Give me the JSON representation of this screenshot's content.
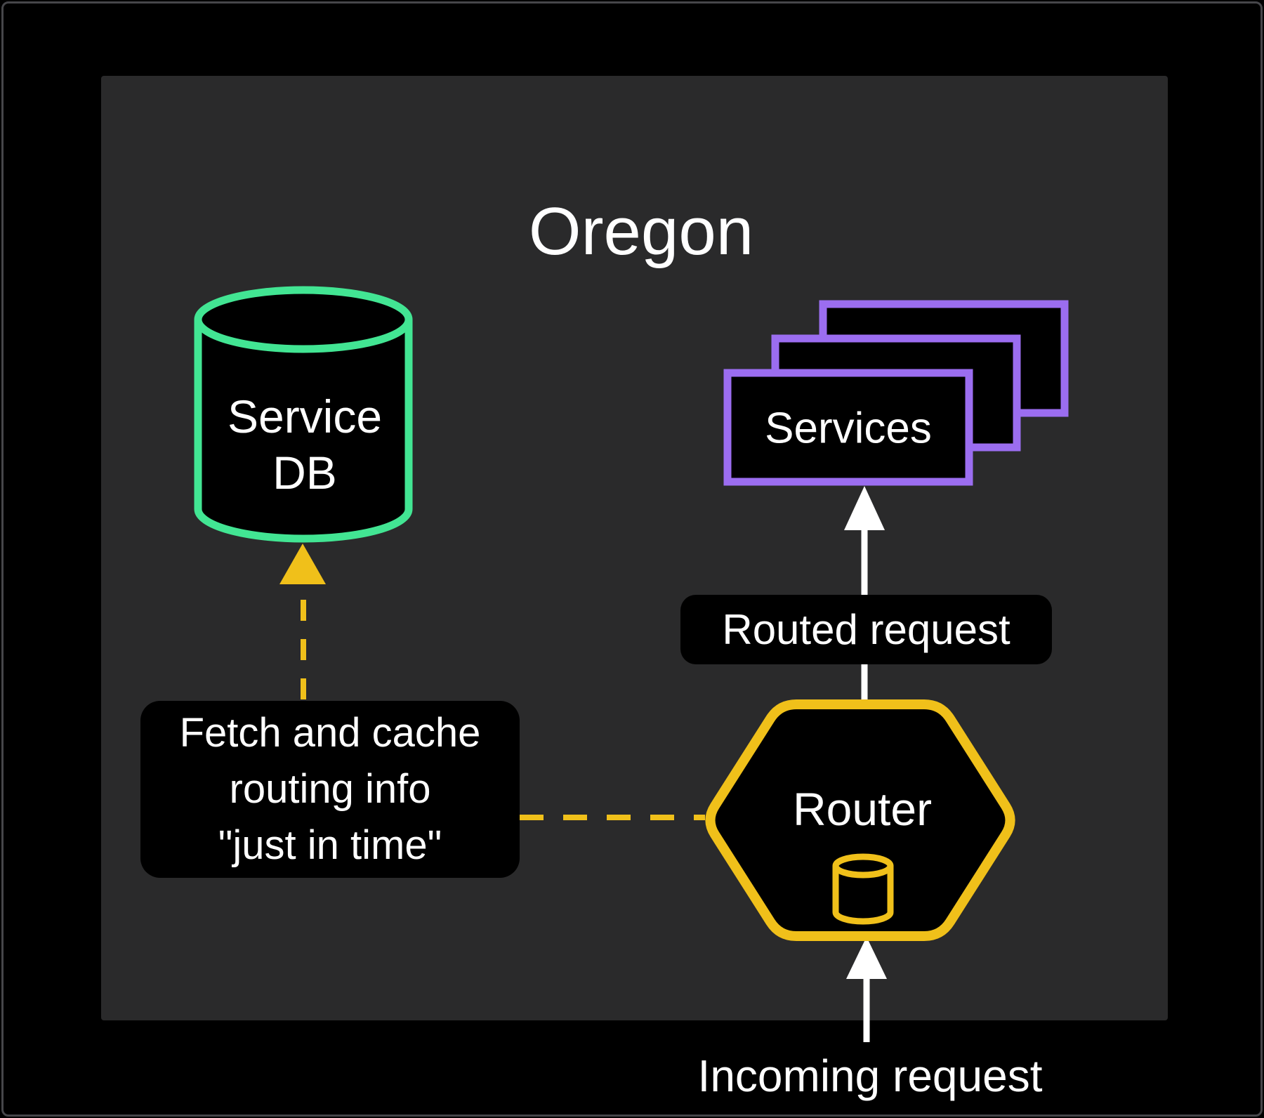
{
  "region": {
    "title": "Oregon"
  },
  "nodes": {
    "service_db": {
      "label_line1": "Service",
      "label_line2": "DB"
    },
    "services": {
      "label": "Services"
    },
    "router": {
      "label": "Router"
    }
  },
  "annotations": {
    "routed_request": "Routed request",
    "incoming_request": "Incoming request",
    "fetch_note": {
      "line1": "Fetch and cache",
      "line2": "routing info",
      "line3": "\"just in time\""
    }
  },
  "colors": {
    "background": "#000000",
    "panel": "#2a2a2b",
    "db_green": "#42e593",
    "services_purple": "#9b6df0",
    "router_yellow": "#f0c01a",
    "arrow_white": "#ffffff",
    "node_fill": "#000000",
    "text": "#ffffff"
  }
}
